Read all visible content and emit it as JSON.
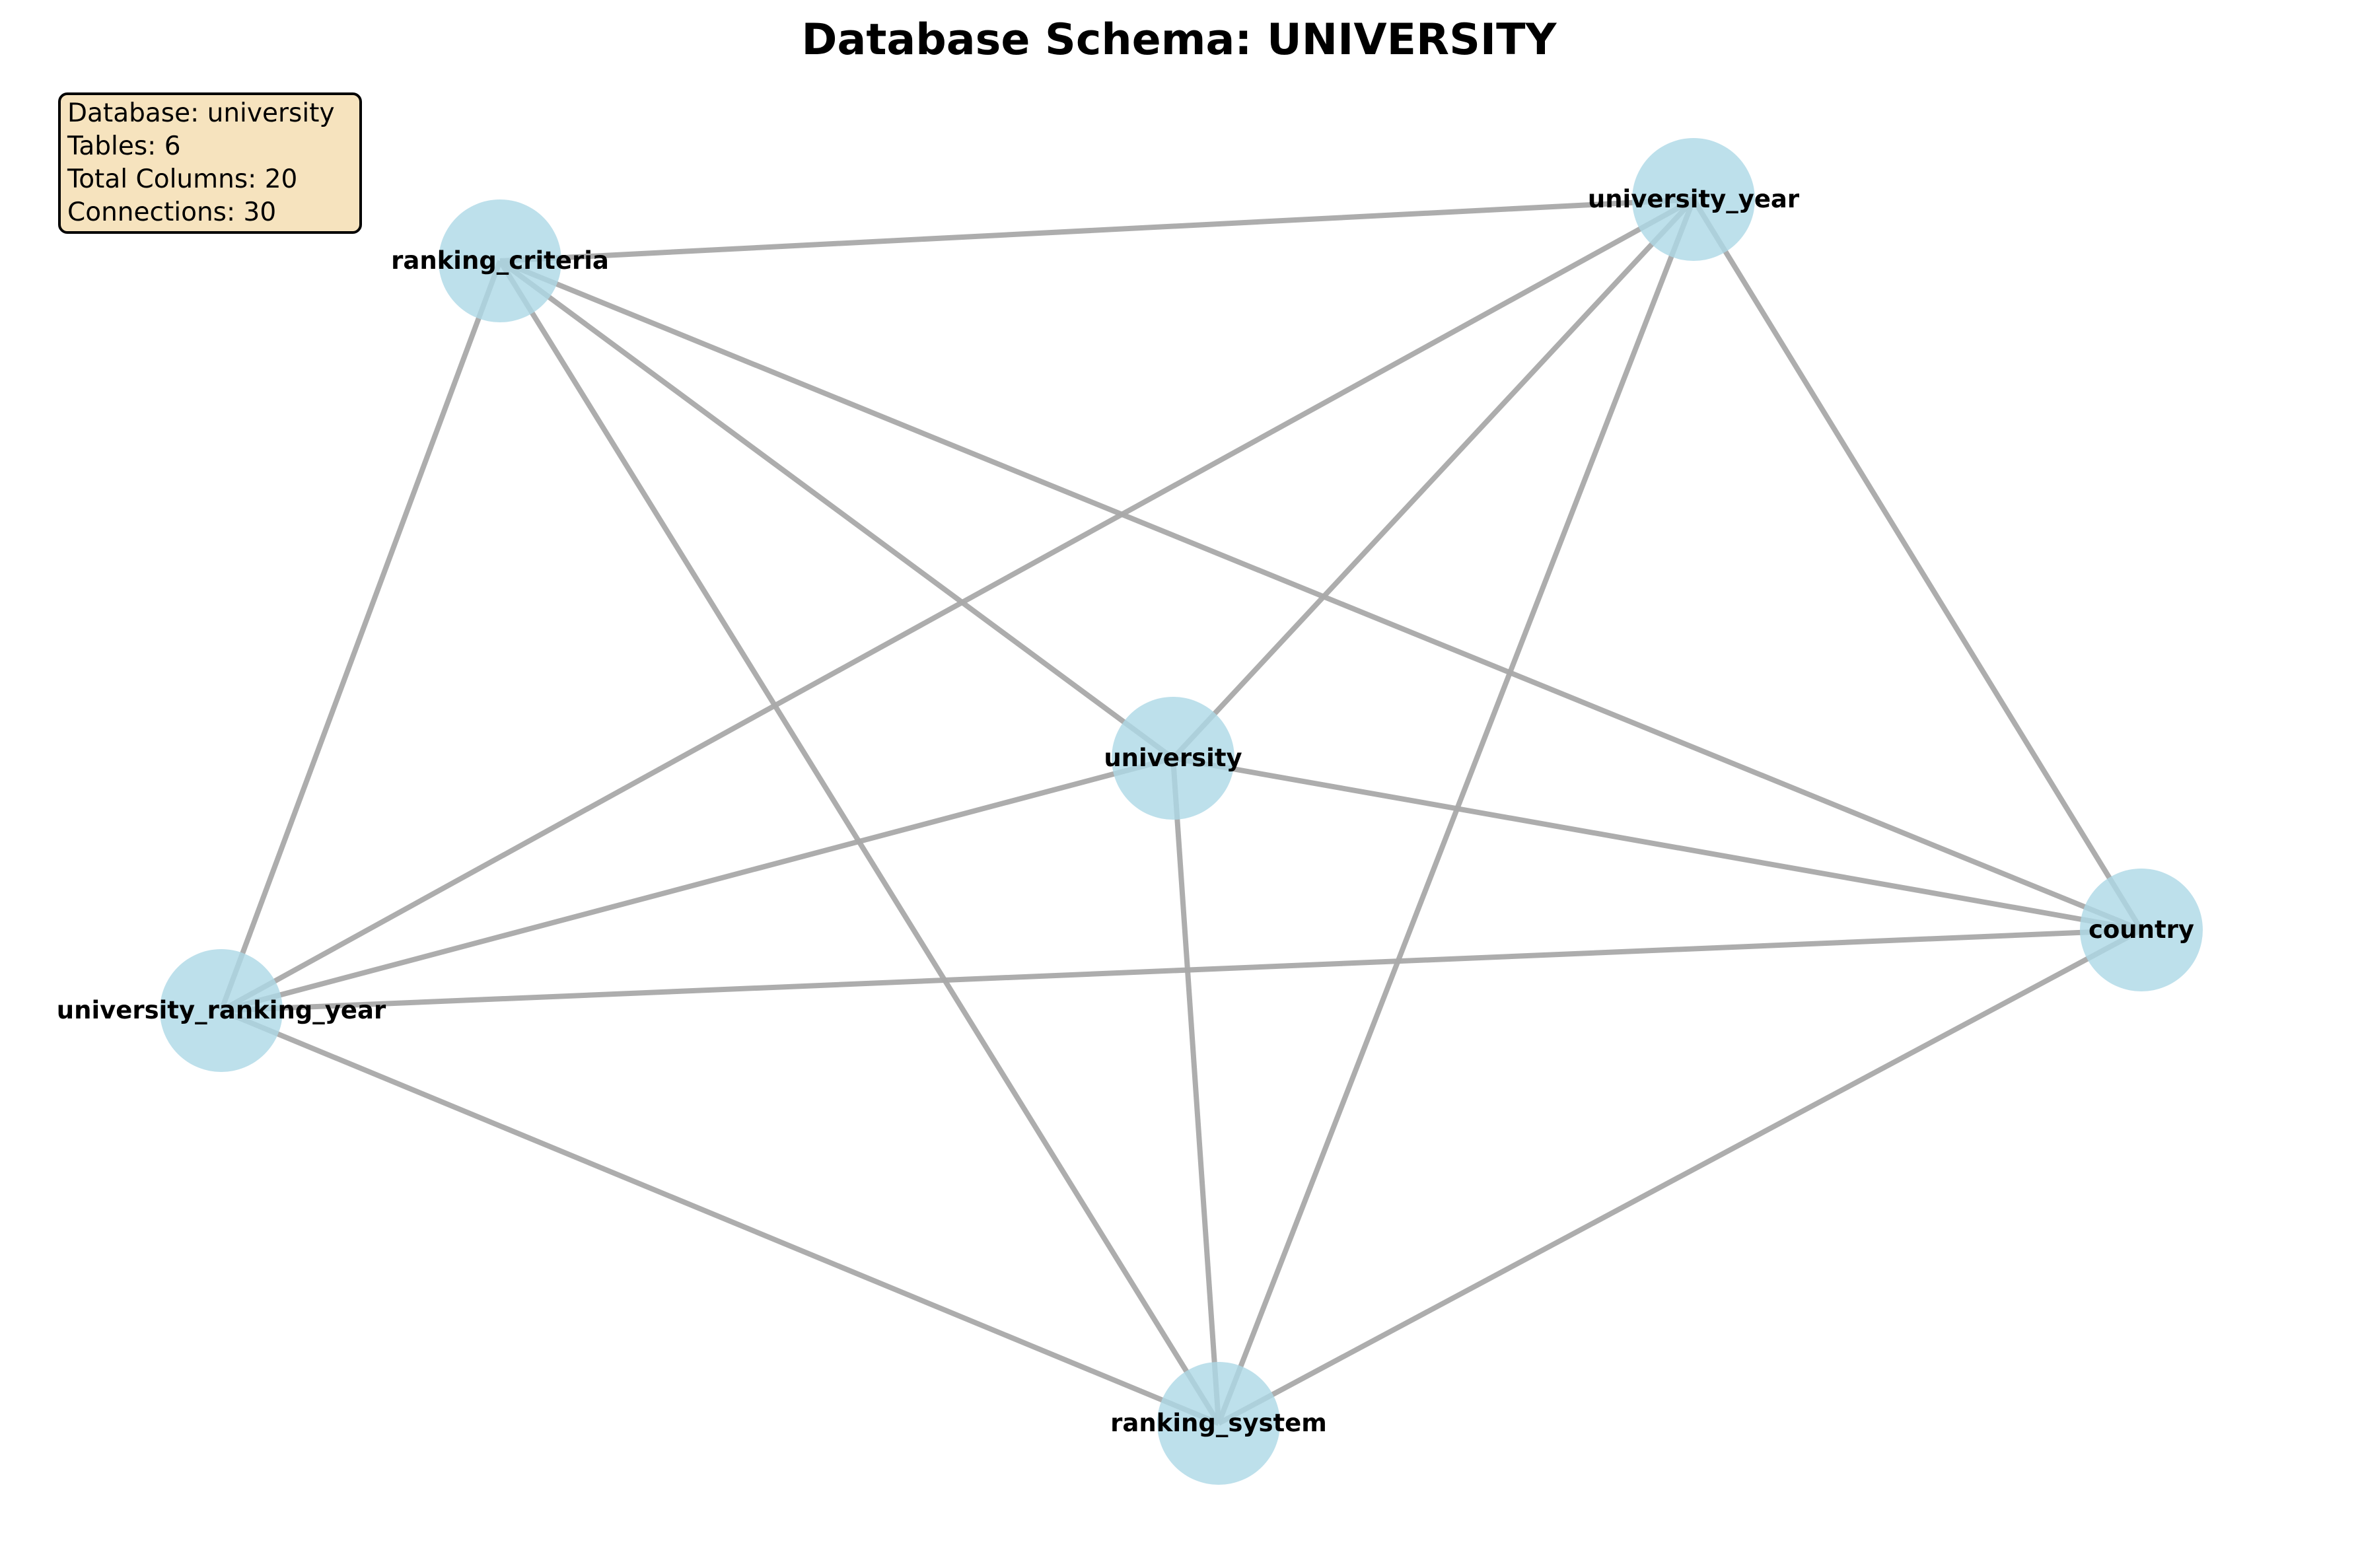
{
  "title": "Database Schema: UNIVERSITY",
  "info": {
    "database": "Database: university",
    "tables": "Tables: 6",
    "total_columns": "Total Columns: 20",
    "connections": "Connections: 30"
  },
  "nodes": [
    {
      "id": "university_year",
      "label": "university_year"
    },
    {
      "id": "ranking_criteria",
      "label": "ranking_criteria"
    },
    {
      "id": "university",
      "label": "university"
    },
    {
      "id": "country",
      "label": "country"
    },
    {
      "id": "university_ranking_year",
      "label": "university_ranking_year"
    },
    {
      "id": "ranking_system",
      "label": "ranking_system"
    }
  ],
  "edges": [
    [
      "ranking_criteria",
      "university_year"
    ],
    [
      "ranking_criteria",
      "university"
    ],
    [
      "ranking_criteria",
      "country"
    ],
    [
      "ranking_criteria",
      "university_ranking_year"
    ],
    [
      "ranking_criteria",
      "ranking_system"
    ],
    [
      "university_year",
      "university"
    ],
    [
      "university_year",
      "country"
    ],
    [
      "university_year",
      "university_ranking_year"
    ],
    [
      "university_year",
      "ranking_system"
    ],
    [
      "university",
      "country"
    ],
    [
      "university",
      "university_ranking_year"
    ],
    [
      "university",
      "ranking_system"
    ],
    [
      "country",
      "university_ranking_year"
    ],
    [
      "country",
      "ranking_system"
    ],
    [
      "university_ranking_year",
      "ranking_system"
    ]
  ],
  "colors": {
    "node_fill": "#add8e6",
    "edge": "#a9a9a9",
    "info_box": "#f5deb3"
  }
}
